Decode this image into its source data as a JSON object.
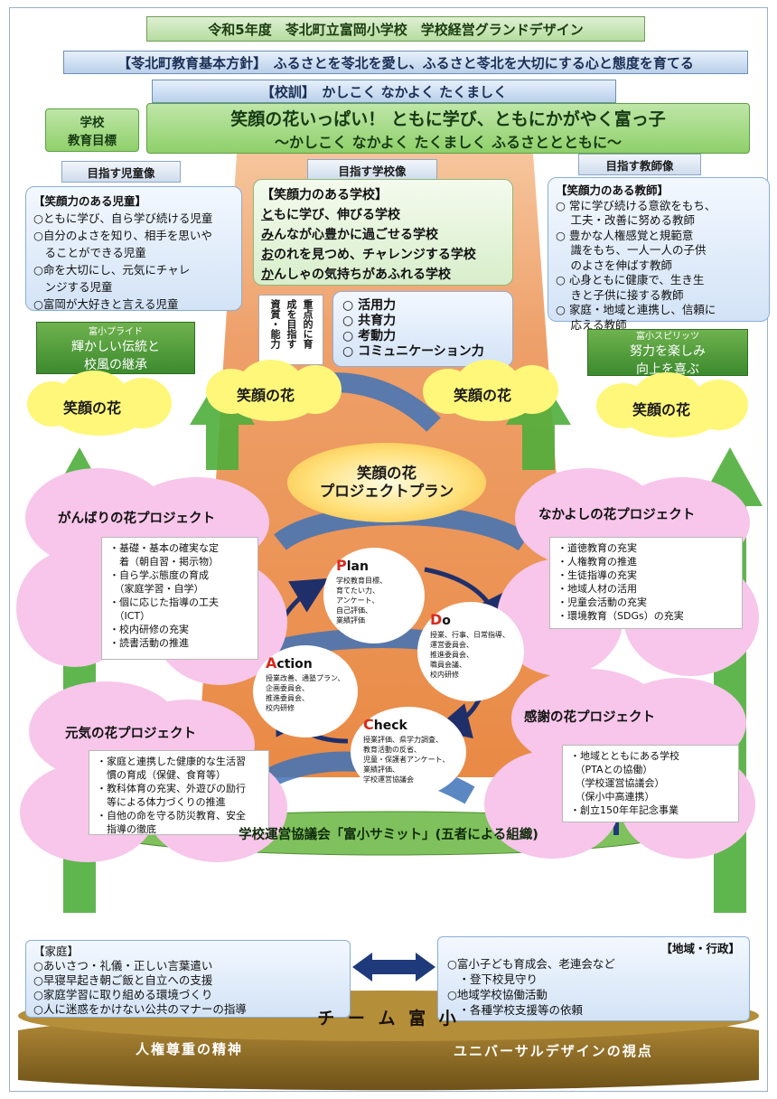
{
  "title": "令和5年度　苓北町立富岡小学校　学校経営グランドデザイン",
  "policy": "【苓北町教育基本方針】　ふるさとを苓北を愛し、ふるさと苓北を大切にする心と態度を育てる",
  "motto": "【校訓】　かしこく なかよく たくましく",
  "goal_label_1": "学校",
  "goal_label_2": "教育目標",
  "goal_main": "笑顔の花いっぱい！ ともに学び、ともにかがやく富っ子",
  "goal_sub": "～かしこく なかよく たくましく ふるさととともに～",
  "children": {
    "tag": "目指す児童像",
    "heading": "【笑顔力のある児童】",
    "items": [
      "○ともに学び、自ら学び続ける児童",
      "○自分のよさを知り、相手を思いや",
      "　ることができる児童",
      "○命を大切にし、元気にチャレ",
      "　ンジする児童",
      "○富岡が大好きと言える児童"
    ]
  },
  "school": {
    "tag": "目指す学校像",
    "heading": "【笑顔力のある学校】",
    "items": [
      {
        "first": "と",
        "rest": "もに学び、伸びる学校"
      },
      {
        "first": "み",
        "rest": "んなが心豊かに過ごせる学校"
      },
      {
        "first": "お",
        "rest": "のれを見つめ、チャレンジする学校"
      },
      {
        "first": "か",
        "rest": "んしゃの気持ちがあふれる学校"
      }
    ]
  },
  "teachers": {
    "tag": "目指す教師像",
    "heading": "【笑顔力のある教師】",
    "items": [
      "○ 常に学び続ける意欲をもち、",
      "　 工夫・改善に努める教師",
      "○ 豊かな人権感覚と規範意",
      "　 識をもち、一人一人の子供",
      "　 のよさを伸ばす教師",
      "○ 心身ともに健康で、生き生",
      "　 きと子供に接する教師",
      "○ 家庭・地域と連携し、信頼に",
      "　 応える教師"
    ]
  },
  "abilities": {
    "vertical_label_lines": [
      "重点的に育",
      "成を目指す",
      "資質・能力"
    ],
    "items": [
      "○ 活用力",
      "○ 共育力",
      "○ 考動力",
      "○ コミュニケーション力"
    ]
  },
  "pride": {
    "small": "富小プライド",
    "line1": "輝かしい伝統と",
    "line2": "校風の継承"
  },
  "spirits": {
    "small": "富小スピリッツ",
    "line1": "努力を楽しみ",
    "line2": "向上を喜ぶ"
  },
  "flower_label": "笑顔の花",
  "plan_title_1": "笑顔の花",
  "plan_title_2": "プロジェクトプラン",
  "projects": {
    "ganbari": {
      "title": "がんばりの花プロジェクト",
      "items": [
        "・基礎・基本の確実な定",
        "　着（朝自習・掲示物）",
        "・自ら学ぶ態度の育成",
        "　（家庭学習・自学）",
        "・個に応じた指導の工夫",
        "　（ICT）",
        "・校内研修の充実",
        "・読書活動の推進"
      ]
    },
    "nakayoshi": {
      "title": "なかよしの花プロジェクト",
      "items": [
        "・道徳教育の充実",
        "・人権教育の推進",
        "・生徒指導の充実",
        "・地域人材の活用",
        "・児童会活動の充実",
        "・環境教育（SDGs）の充実"
      ]
    },
    "genki": {
      "title": "元気の花プロジェクト",
      "items": [
        "・家庭と連携した健康的な生活習",
        "　慣の育成（保健、食育等）",
        "・教科体育の充実、外遊びの励行",
        "　等による体力づくりの推進",
        "・自他の命を守る防災教育、安全",
        "　指導の徹底"
      ]
    },
    "kansha": {
      "title": "感謝の花プロジェクト",
      "items": [
        "・地域とともにある学校",
        "　（PTAとの協働）",
        "　（学校運営協議会）",
        "　（保小中高連携）",
        "・創立150年年記念事業"
      ]
    }
  },
  "pdca": {
    "plan": {
      "first": "P",
      "rest": "lan",
      "lines": [
        "学校教育目標、",
        "育てたい力、",
        "アンケート、",
        "自己評価、",
        "業績評価"
      ]
    },
    "do": {
      "first": "D",
      "rest": "o",
      "lines": [
        "授業、行事、日常指導、",
        "運営委員会、",
        "推進委員会、",
        "職員会議、",
        "校内研修"
      ]
    },
    "check": {
      "first": "C",
      "rest": "heck",
      "lines": [
        "授業評価、県学力調査、",
        "教育活動の反省、",
        "児童・保護者アンケート、",
        "業績評価、",
        "学校運営協議会"
      ]
    },
    "action": {
      "first": "A",
      "rest": "ction",
      "lines": [
        "授業改善、通塾プラン、",
        "企画委員会、",
        "推進委員会、",
        "校内研修"
      ]
    }
  },
  "council": "学校運営協議会「富小サミット」(五者による組織)",
  "home": {
    "heading": "【家庭】",
    "items": [
      "○あいさつ・礼儀・正しい言葉遣い",
      "○早寝早起き朝ご飯と自立への支援",
      "○家庭学習に取り組める環境づくり",
      "○人に迷惑をかけない公共のマナーの指導"
    ]
  },
  "community": {
    "heading": "【地域・行政】",
    "items": [
      "○富小子ども育成会、老連会など",
      "　・登下校見守り",
      "○地域学校協働活動",
      "　・各種学校支援等の依頼"
    ]
  },
  "team": "チ ー ム 富 小",
  "base_left": "人権尊重の精神",
  "base_right": "ユニバーサルデザインの視点",
  "colors": {
    "road": "#e98a45",
    "flower": "#fff77a",
    "pink": "#f7c6ea",
    "green": "#8fd06a",
    "navy": "#1f3a7a",
    "base": "#8a6a26"
  }
}
